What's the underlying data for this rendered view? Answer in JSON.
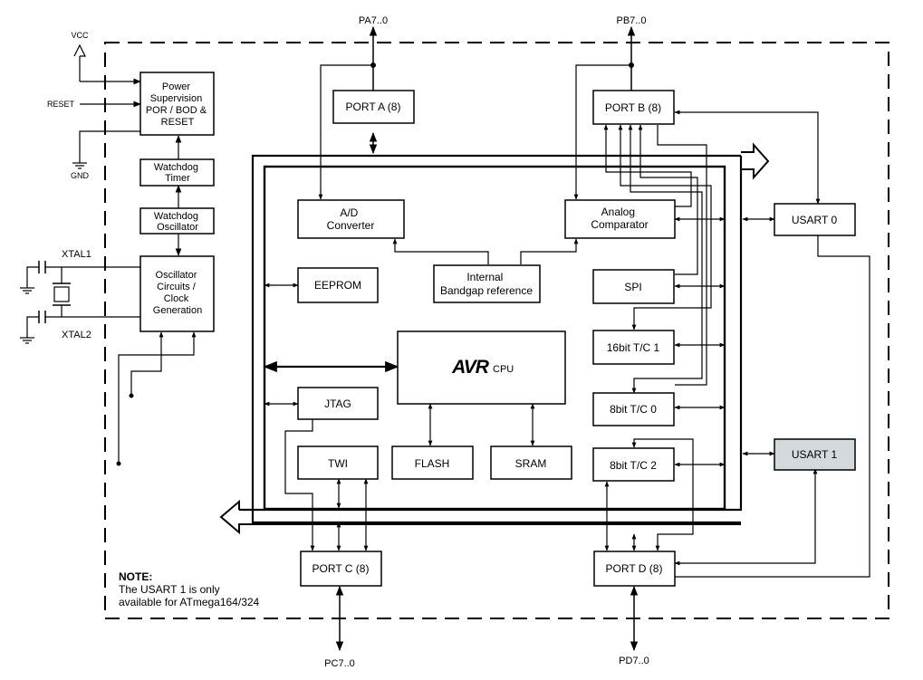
{
  "pins": {
    "pa": "PA7..0",
    "pb": "PB7..0",
    "pc": "PC7..0",
    "pd": "PD7..0",
    "vcc": "VCC",
    "reset": "RESET",
    "gnd": "GND",
    "xtal1": "XTAL1",
    "xtal2": "XTAL2"
  },
  "blocks": {
    "power_supervision": [
      "Power",
      "Supervision",
      "POR / BOD &",
      "RESET"
    ],
    "watchdog_timer": [
      "Watchdog",
      "Timer"
    ],
    "watchdog_oscillator": [
      "Watchdog",
      "Oscillator"
    ],
    "oscillator": [
      "Oscillator",
      "Circuits /",
      "Clock",
      "Generation"
    ],
    "port_a": "PORT A (8)",
    "port_b": "PORT B (8)",
    "port_c": "PORT C (8)",
    "port_d": "PORT D (8)",
    "adc": [
      "A/D",
      "Converter"
    ],
    "analog_comparator": [
      "Analog",
      "Comparator"
    ],
    "internal_bandgap": [
      "Internal",
      "Bandgap reference"
    ],
    "eeprom": "EEPROM",
    "spi": "SPI",
    "tc1": "16bit T/C 1",
    "tc0": "8bit T/C 0",
    "tc2": "8bit T/C 2",
    "jtag": "JTAG",
    "twi": "TWI",
    "flash": "FLASH",
    "sram": "SRAM",
    "cpu_logo": "AVR",
    "cpu_label": "CPU",
    "usart0": "USART 0",
    "usart1": "USART 1"
  },
  "note": {
    "title": "NOTE:",
    "lines": [
      "The USART 1 is only",
      "available for ATmega164/324"
    ]
  },
  "colors": {
    "usart1_fill": "#d4dadc",
    "line": "#000000"
  }
}
